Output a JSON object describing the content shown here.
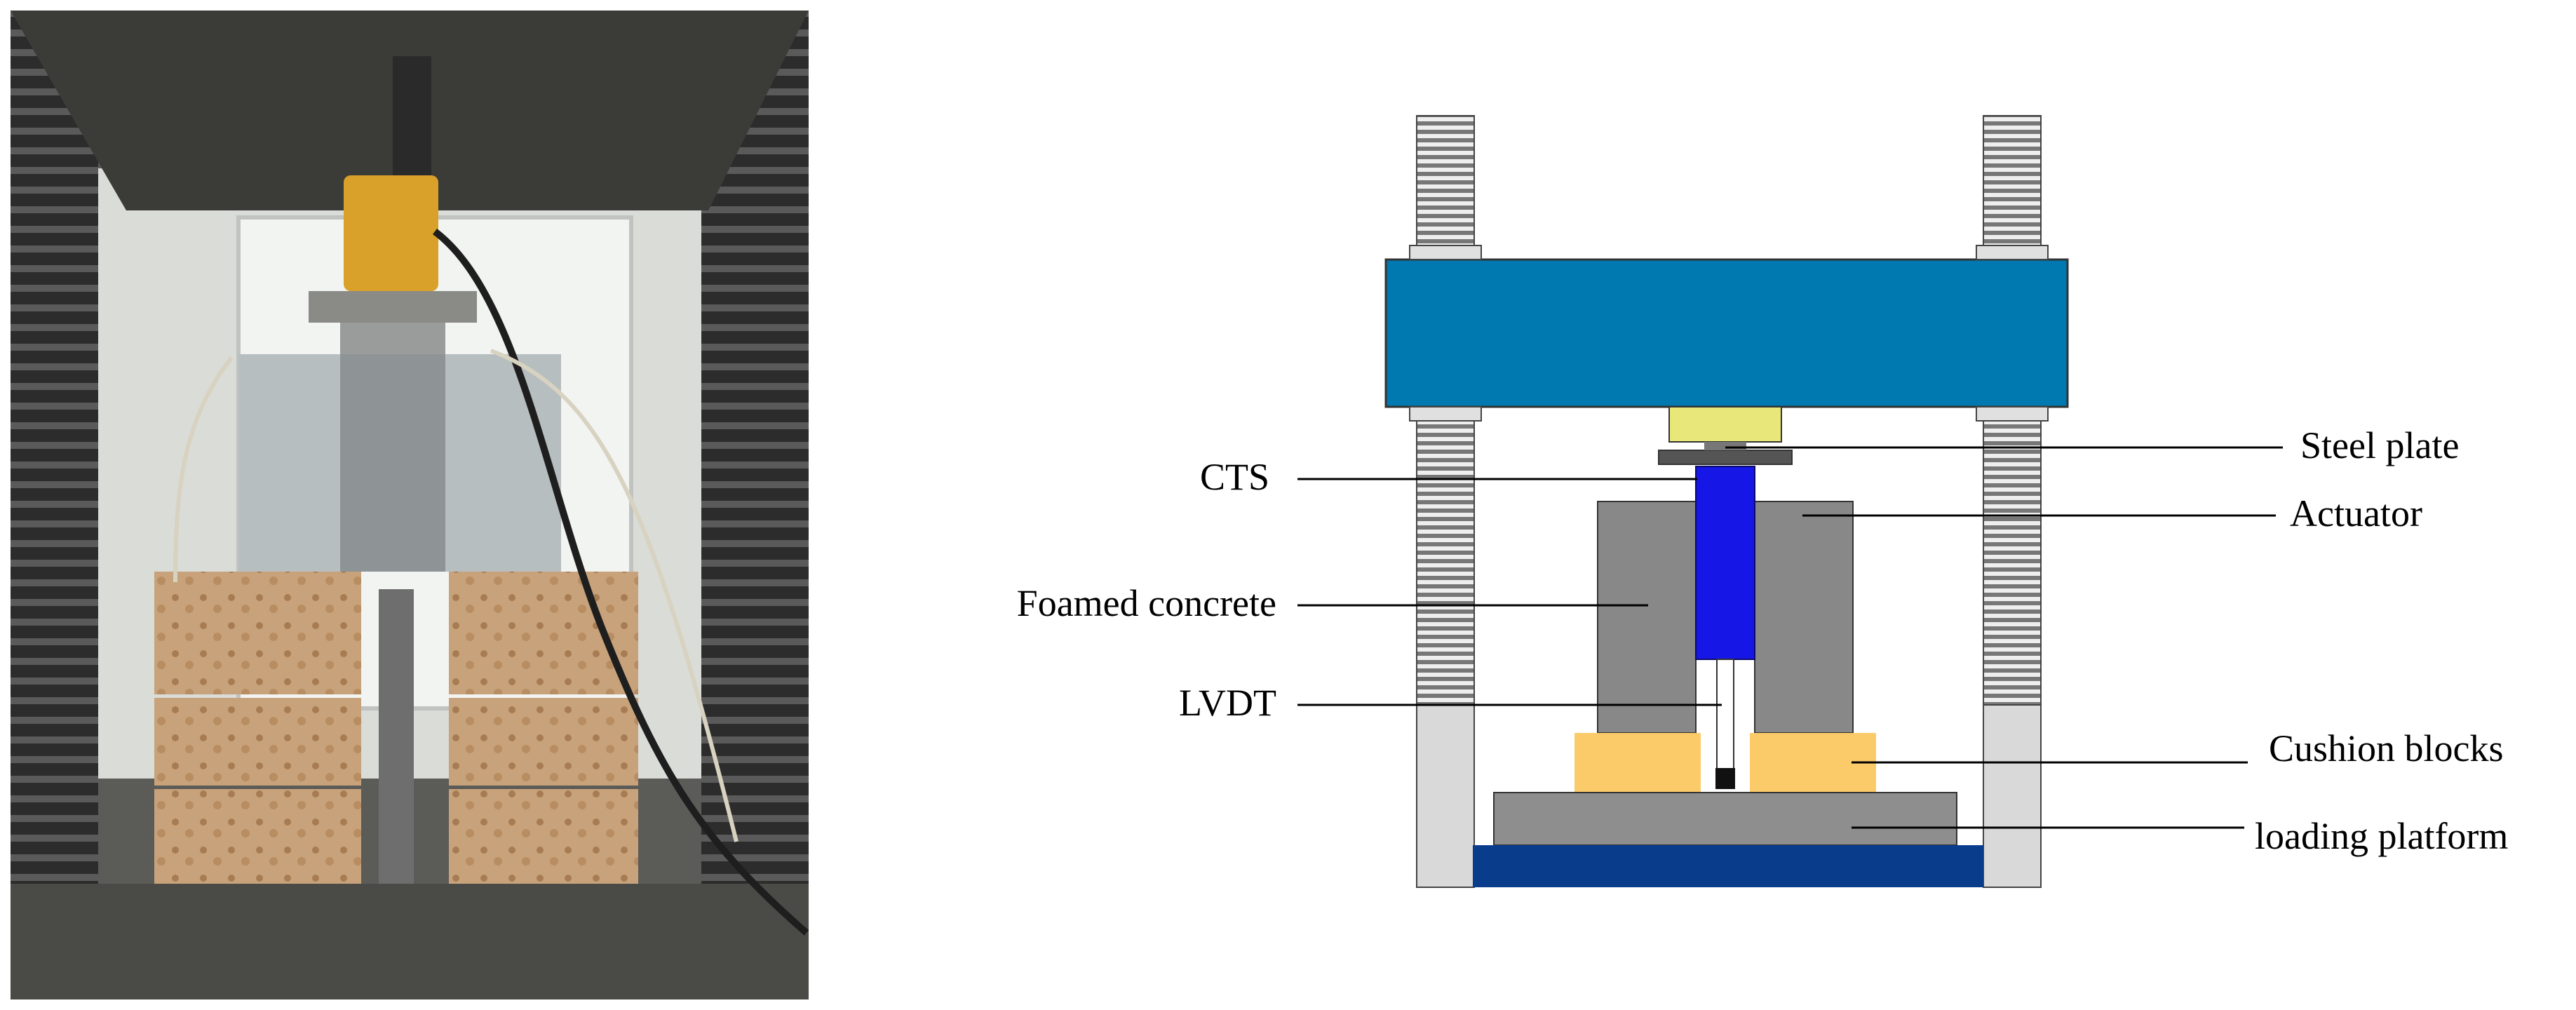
{
  "labels": {
    "cts": "CTS",
    "foamed_concrete": "Foamed concrete",
    "lvdt": "LVDT",
    "steel_plate": "Steel plate",
    "actuator": "Actuator",
    "cushion_blocks": "Cushion blocks",
    "loading_platform": "loading platform"
  },
  "colors": {
    "crosshead": "#0078B0",
    "actuator_head": "#E8E87A",
    "steel_plate": "#555555",
    "cts": "#1616E6",
    "foamed_concrete": "#888888",
    "cushion_blocks": "#FBCB6A",
    "loading_platform": "#8E8E8E",
    "base": "#0A3C8C",
    "column_threads": "#7A7A7A"
  }
}
